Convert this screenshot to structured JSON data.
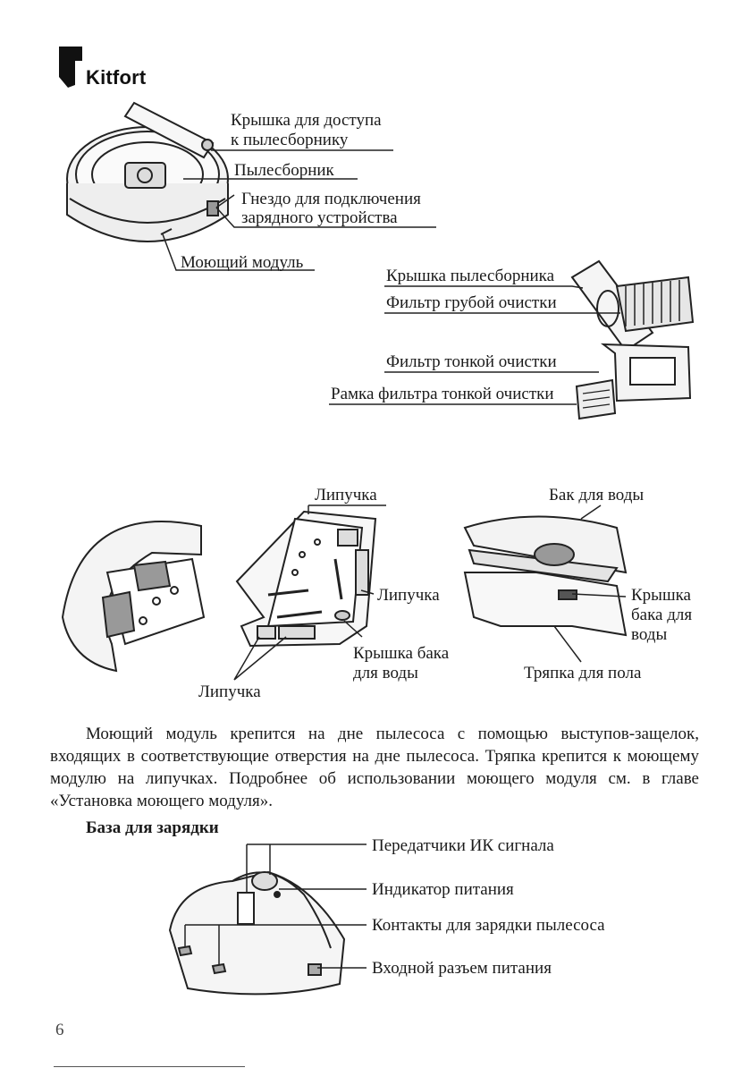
{
  "brand": {
    "name": "Kitfort"
  },
  "robot_labels": {
    "lid_line1": "Крышка для доступа",
    "lid_line2": "к пылесборнику",
    "dustbin": "Пылесборник",
    "socket_line1": "Гнездо для подключения",
    "socket_line2": "зарядного устройства",
    "mop_module": "Моющий модуль"
  },
  "dustbin_labels": {
    "dustbin_lid": "Крышка пылесборника",
    "coarse_filter": "Фильтр грубой очистки",
    "fine_filter": "Фильтр тонкой очистки",
    "fine_filter_frame": "Рамка фильтра тонкой очистки"
  },
  "mop_labels": {
    "velcro_top": "Липучка",
    "velcro_right": "Липучка",
    "velcro_bottom": "Липучка",
    "tank_cap_left_line1": "Крышка бака",
    "tank_cap_left_line2": "для воды",
    "water_tank": "Бак для воды",
    "tank_cap_right_line1": "Крышка",
    "tank_cap_right_line2": "бака для",
    "tank_cap_right_line3": "воды",
    "floor_cloth": "Тряпка для пола"
  },
  "paragraph": "Моющий модуль крепится на дне пылесоса с помощью выступов-защелок, входящих в соответствующие отверстия на дне пылесоса. Тряпка крепится к моющему модулю на липучках. Подробнее об использовании моющего модуля см. в главе «Установка моющего модуля».",
  "charging_base": {
    "heading": "База для зарядки",
    "ir_transmitters": "Передатчики ИК сигнала",
    "power_indicator": "Индикатор питания",
    "charging_contacts": "Контакты для зарядки пылесоса",
    "power_input": "Входной разъем питания"
  },
  "page_number": "6"
}
